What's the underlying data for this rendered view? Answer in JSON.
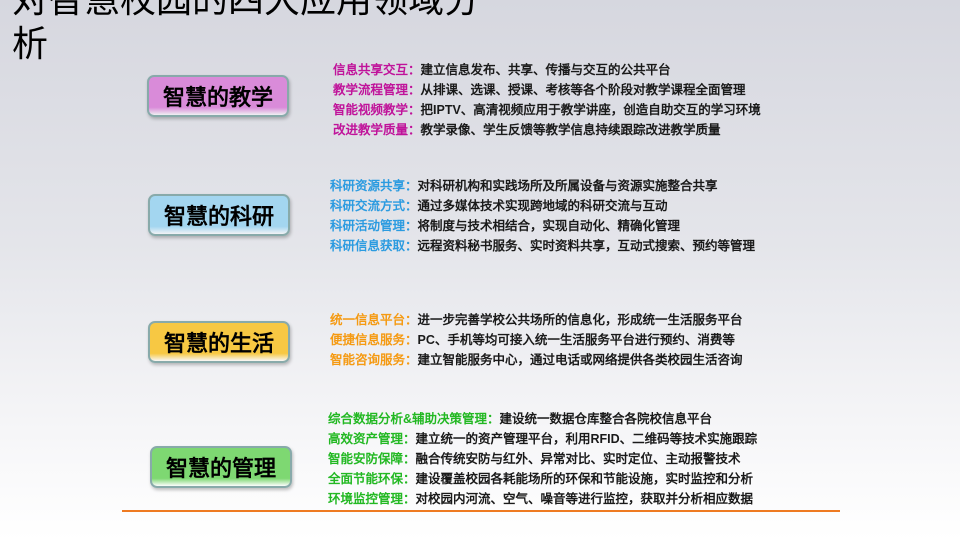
{
  "title": "对智慧校园的四大应用领域分析",
  "sections": [
    {
      "name": "智慧的教学",
      "color": "#d98bd9",
      "label_color": "#c0139a",
      "items": [
        {
          "label": "信息共享交互：",
          "text": "建立信息发布、共享、传播与交互的公共平台"
        },
        {
          "label": "教学流程管理：",
          "text": "从排课、选课、授课、考核等各个阶段对教学课程全面管理"
        },
        {
          "label": "智能视频教学：",
          "text": "把IPTV、高清视频应用于教学讲座，创造自助交互的学习环境"
        },
        {
          "label": "改进教学质量：",
          "text": "教学录像、学生反馈等教学信息持续跟踪改进教学质量"
        }
      ]
    },
    {
      "name": "智慧的科研",
      "color": "#a3d6f0",
      "label_color": "#2b9be0",
      "items": [
        {
          "label": "科研资源共享：",
          "text": "对科研机构和实践场所及所属设备与资源实施整合共享"
        },
        {
          "label": "科研交流方式：",
          "text": "通过多媒体技术实现跨地域的科研交流与互动"
        },
        {
          "label": "科研活动管理：",
          "text": "将制度与技术相结合，实现自动化、精确化管理"
        },
        {
          "label": "科研信息获取：",
          "text": "远程资料秘书服务、实时资料共享，互动式搜索、预约等管理"
        }
      ]
    },
    {
      "name": "智慧的生活",
      "color": "#f7c843",
      "label_color": "#f59a12",
      "items": [
        {
          "label": "统一信息平台：",
          "text": "进一步完善学校公共场所的信息化，形成统一生活服务平台"
        },
        {
          "label": "便捷信息服务：",
          "text": "PC、手机等均可接入统一生活服务平台进行预约、消费等"
        },
        {
          "label": "智能咨询服务：",
          "text": "建立智能服务中心，通过电话或网络提供各类校园生活咨询"
        }
      ]
    },
    {
      "name": "智慧的管理",
      "color": "#7ed872",
      "label_color": "#22b822",
      "items": [
        {
          "label": "综合数据分析&辅助决策管理：",
          "text": "建设统一数据仓库整合各院校信息平台"
        },
        {
          "label": "高效资产管理：",
          "text": "建立统一的资产管理平台，利用RFID、二维码等技术实施跟踪"
        },
        {
          "label": "智能安防保障：",
          "text": "融合传统安防与红外、异常对比、实时定位、主动报警技术"
        },
        {
          "label": "全面节能环保：",
          "text": "建设覆盖校园各耗能场所的环保和节能设施，实时监控和分析"
        },
        {
          "label": "环境监控管理：",
          "text": "对校园内河流、空气、噪音等进行监控，获取并分析相应数据"
        }
      ]
    }
  ]
}
